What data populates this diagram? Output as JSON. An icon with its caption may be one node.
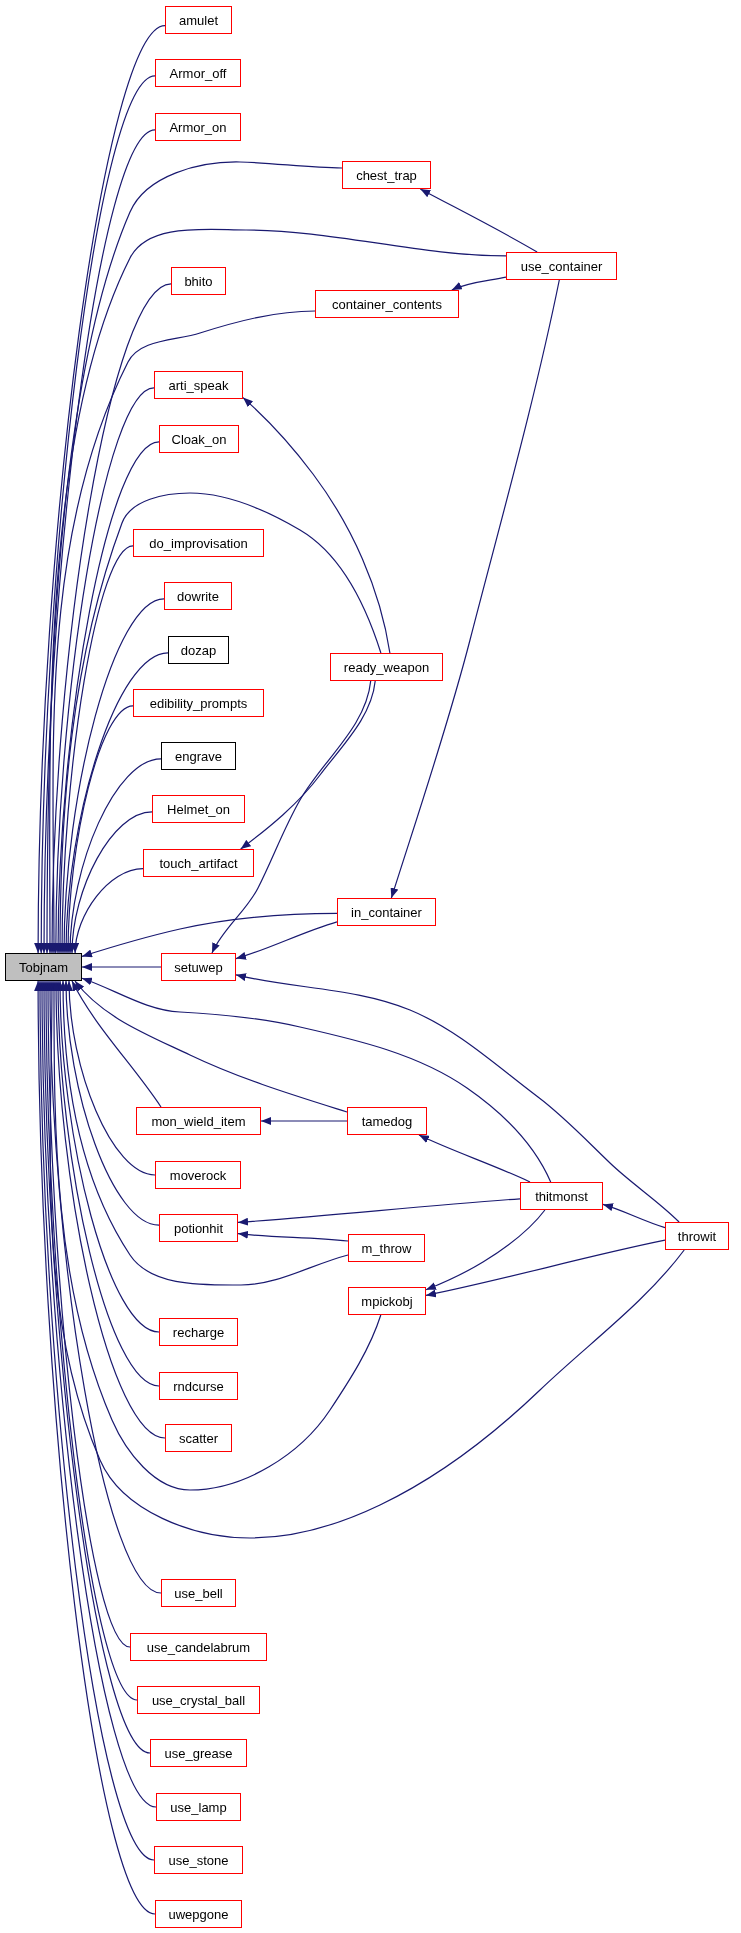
{
  "diagram": {
    "nodes": [
      {
        "text": [
          "amulet"
        ]
      },
      {
        "text": [
          "Armor_off"
        ]
      },
      {
        "text": [
          "Armor_on"
        ]
      },
      {
        "text": [
          "chest_trap"
        ]
      },
      {
        "text": [
          "use_container"
        ]
      },
      {
        "text": [
          "bhito"
        ]
      },
      {
        "text": [
          "container_contents"
        ]
      },
      {
        "text": [
          "arti_speak"
        ]
      },
      {
        "text": [
          "Cloak_on"
        ]
      },
      {
        "text": [
          "do_improvisation"
        ]
      },
      {
        "text": [
          "dowrite"
        ]
      },
      {
        "text": [
          "dozap"
        ]
      },
      {
        "text": [
          "ready_weapon"
        ]
      },
      {
        "text": [
          "edibility_prompts"
        ]
      },
      {
        "text": [
          "engrave"
        ]
      },
      {
        "text": [
          "Helmet_on"
        ]
      },
      {
        "text": [
          "touch_artifact"
        ]
      },
      {
        "text": [
          "in_container"
        ]
      },
      {
        "text": [
          "Tobjnam"
        ]
      },
      {
        "text": [
          "setuwep"
        ]
      },
      {
        "text": [
          "mon_wield_item"
        ]
      },
      {
        "text": [
          "tamedog"
        ]
      },
      {
        "text": [
          "moverock"
        ]
      },
      {
        "text": [
          "thitmonst"
        ]
      },
      {
        "text": [
          "potionhit"
        ]
      },
      {
        "text": [
          "throwit"
        ]
      },
      {
        "text": [
          "m_throw"
        ]
      },
      {
        "text": [
          "mpickobj"
        ]
      },
      {
        "text": [
          "recharge"
        ]
      },
      {
        "text": [
          "rndcurse"
        ]
      },
      {
        "text": [
          "scatter"
        ]
      },
      {
        "text": [
          "use_bell"
        ]
      },
      {
        "text": [
          "use_candelabrum"
        ]
      },
      {
        "text": [
          "use_crystal_ball"
        ]
      },
      {
        "text": [
          "use_grease"
        ]
      },
      {
        "text": [
          "use_lamp"
        ]
      },
      {
        "text": [
          "use_stone"
        ]
      },
      {
        "text": [
          "uwepgone"
        ]
      }
    ],
    "edges": [
      {
        "from": 0,
        "to": 18,
        "arrow": "to"
      },
      {
        "from": 1,
        "to": 18,
        "arrow": "to"
      },
      {
        "from": 2,
        "to": 18,
        "arrow": "to"
      },
      {
        "from": 3,
        "to": 18,
        "arrow": "to"
      },
      {
        "from": 4,
        "to": 18,
        "arrow": "to"
      },
      {
        "from": 4,
        "to": 3,
        "arrow": "to"
      },
      {
        "from": 5,
        "to": 18,
        "arrow": "to"
      },
      {
        "from": 6,
        "to": 18,
        "arrow": "to"
      },
      {
        "from": 4,
        "to": 6,
        "arrow": "to"
      },
      {
        "from": 7,
        "to": 18,
        "arrow": "to"
      },
      {
        "from": 12,
        "to": 7,
        "arrow": "to"
      },
      {
        "from": 8,
        "to": 18,
        "arrow": "to"
      },
      {
        "from": 12,
        "to": 18,
        "arrow": "to"
      },
      {
        "from": 9,
        "to": 18,
        "arrow": "to"
      },
      {
        "from": 10,
        "to": 18,
        "arrow": "to"
      },
      {
        "from": 11,
        "to": 18,
        "arrow": "to"
      },
      {
        "from": 13,
        "to": 18,
        "arrow": "to"
      },
      {
        "from": 14,
        "to": 18,
        "arrow": "to"
      },
      {
        "from": 15,
        "to": 18,
        "arrow": "to"
      },
      {
        "from": 16,
        "to": 18,
        "arrow": "to"
      },
      {
        "from": 12,
        "to": 16,
        "arrow": "to"
      },
      {
        "from": 4,
        "to": 17,
        "arrow": "to"
      },
      {
        "from": 17,
        "to": 18,
        "arrow": "to"
      },
      {
        "from": 19,
        "to": 18,
        "arrow": "to"
      },
      {
        "from": 12,
        "to": 19,
        "arrow": "to"
      },
      {
        "from": 17,
        "to": 19,
        "arrow": "to"
      },
      {
        "from": 25,
        "to": 19,
        "arrow": "to"
      },
      {
        "from": 23,
        "to": 18,
        "arrow": "to"
      },
      {
        "from": 21,
        "to": 18,
        "arrow": "to"
      },
      {
        "from": 20,
        "to": 18,
        "arrow": "to"
      },
      {
        "from": 21,
        "to": 20,
        "arrow": "to"
      },
      {
        "from": 23,
        "to": 21,
        "arrow": "to"
      },
      {
        "from": 22,
        "to": 18,
        "arrow": "to"
      },
      {
        "from": 25,
        "to": 23,
        "arrow": "to"
      },
      {
        "from": 24,
        "to": 18,
        "arrow": "to"
      },
      {
        "from": 23,
        "to": 24,
        "arrow": "to"
      },
      {
        "from": 26,
        "to": 24,
        "arrow": "to"
      },
      {
        "from": 26,
        "to": 18,
        "arrow": "to"
      },
      {
        "from": 23,
        "to": 27,
        "arrow": "to"
      },
      {
        "from": 25,
        "to": 27,
        "arrow": "to"
      },
      {
        "from": 27,
        "to": 18,
        "arrow": "to"
      },
      {
        "from": 25,
        "to": 18,
        "arrow": "to"
      },
      {
        "from": 28,
        "to": 18,
        "arrow": "to"
      },
      {
        "from": 29,
        "to": 18,
        "arrow": "to"
      },
      {
        "from": 30,
        "to": 18,
        "arrow": "to"
      },
      {
        "from": 31,
        "to": 18,
        "arrow": "to"
      },
      {
        "from": 32,
        "to": 18,
        "arrow": "to"
      },
      {
        "from": 33,
        "to": 18,
        "arrow": "to"
      },
      {
        "from": 34,
        "to": 18,
        "arrow": "to"
      },
      {
        "from": 35,
        "to": 18,
        "arrow": "to"
      },
      {
        "from": 36,
        "to": 18,
        "arrow": "to"
      },
      {
        "from": 37,
        "to": 18,
        "arrow": "to"
      }
    ]
  }
}
